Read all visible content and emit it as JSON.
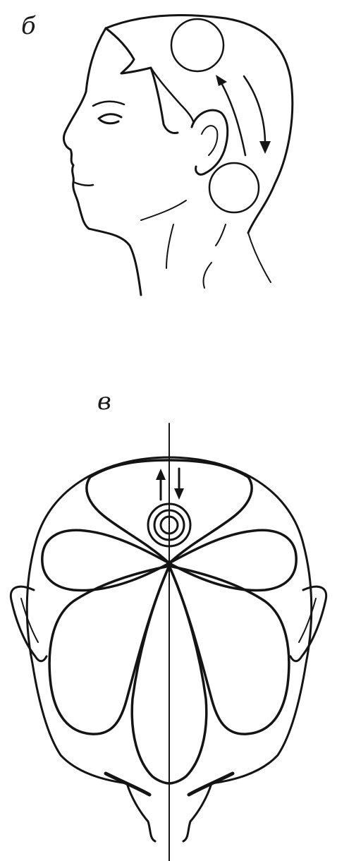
{
  "panels": [
    {
      "label": "б",
      "view": "profile"
    },
    {
      "label": "в",
      "view": "top"
    }
  ],
  "colors": {
    "ink": "#141414",
    "background": "#ffffff"
  }
}
